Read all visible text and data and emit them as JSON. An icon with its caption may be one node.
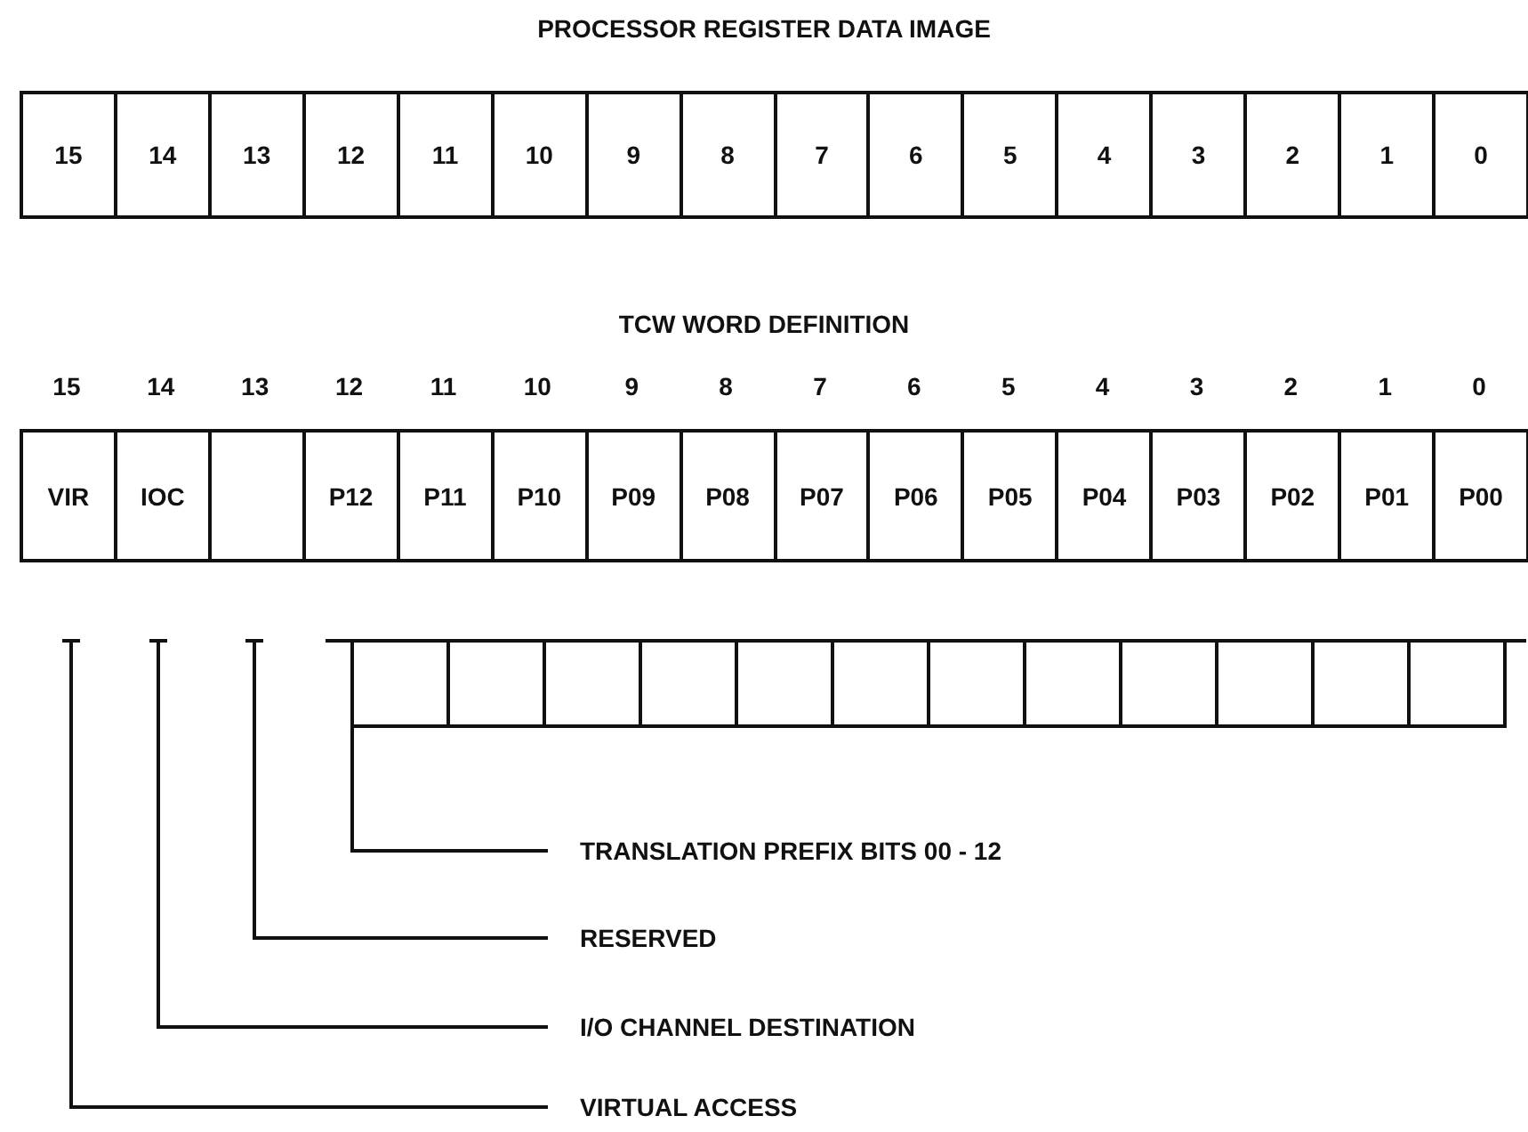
{
  "diagram": {
    "title": "PROCESSOR REGISTER DATA IMAGE",
    "nodes": [
      {
        "text": [
          "15"
        ]
      },
      {
        "text": [
          "14"
        ]
      },
      {
        "text": [
          "13"
        ]
      },
      {
        "text": [
          "12"
        ]
      },
      {
        "text": [
          "11"
        ]
      },
      {
        "text": [
          "10"
        ]
      },
      {
        "text": [
          "9"
        ]
      },
      {
        "text": [
          "8"
        ]
      },
      {
        "text": [
          "7"
        ]
      },
      {
        "text": [
          "6"
        ]
      },
      {
        "text": [
          "5"
        ]
      },
      {
        "text": [
          "4"
        ]
      },
      {
        "text": [
          "3"
        ]
      },
      {
        "text": [
          "2"
        ]
      },
      {
        "text": [
          "1"
        ]
      },
      {
        "text": [
          "0"
        ]
      },
      {
        "text": [
          "VIR"
        ]
      },
      {
        "text": [
          "IOC"
        ]
      },
      {
        "text": [],
        "shape": "box"
      },
      {
        "text": [
          "P12"
        ]
      },
      {
        "text": [
          "P11"
        ]
      },
      {
        "text": [
          "P10"
        ]
      },
      {
        "text": [
          "P09"
        ]
      },
      {
        "text": [
          "P08"
        ]
      },
      {
        "text": [
          "P07"
        ]
      },
      {
        "text": [
          "P06"
        ]
      },
      {
        "text": [
          "P05"
        ]
      },
      {
        "text": [
          "P04"
        ]
      },
      {
        "text": [
          "P03"
        ]
      },
      {
        "text": [
          "P02"
        ]
      },
      {
        "text": [
          "P01"
        ]
      },
      {
        "text": [
          "P00"
        ]
      },
      {
        "text": [],
        "shape": "bar"
      },
      {
        "text": [],
        "shape": "bar"
      },
      {
        "text": [],
        "shape": "bar"
      },
      {
        "text": [],
        "shape": "box"
      },
      {
        "text": [],
        "shape": "box"
      },
      {
        "text": [],
        "shape": "box"
      },
      {
        "text": [],
        "shape": "box"
      },
      {
        "text": [],
        "shape": "box"
      },
      {
        "text": [],
        "shape": "box"
      },
      {
        "text": [],
        "shape": "box"
      },
      {
        "text": [],
        "shape": "box"
      },
      {
        "text": [],
        "shape": "box"
      },
      {
        "text": [],
        "shape": "box"
      },
      {
        "text": [],
        "shape": "box"
      },
      {
        "text": [],
        "shape": "box"
      },
      {
        "text": [
          "TRANSLATION PREFIX BITS 00 - 12"
        ]
      },
      {
        "text": [
          "RESERVED"
        ]
      },
      {
        "text": [
          "I/O CHANNEL DESTINATION"
        ]
      },
      {
        "text": [
          "VIRTUAL ACCESS"
        ]
      }
    ],
    "edges": [
      {
        "from": 47,
        "to": 35,
        "arrow": "none"
      },
      {
        "from": 48,
        "to": 34,
        "arrow": "none"
      },
      {
        "from": 49,
        "to": 33,
        "arrow": "none"
      },
      {
        "from": 50,
        "to": 32,
        "arrow": "none"
      }
    ],
    "labels": [
      "TCW WORD DEFINITION",
      "15",
      "14",
      "13",
      "12",
      "11",
      "10",
      "9",
      "8",
      "7",
      "6",
      "5",
      "4",
      "3",
      "2",
      "1",
      "0"
    ]
  }
}
